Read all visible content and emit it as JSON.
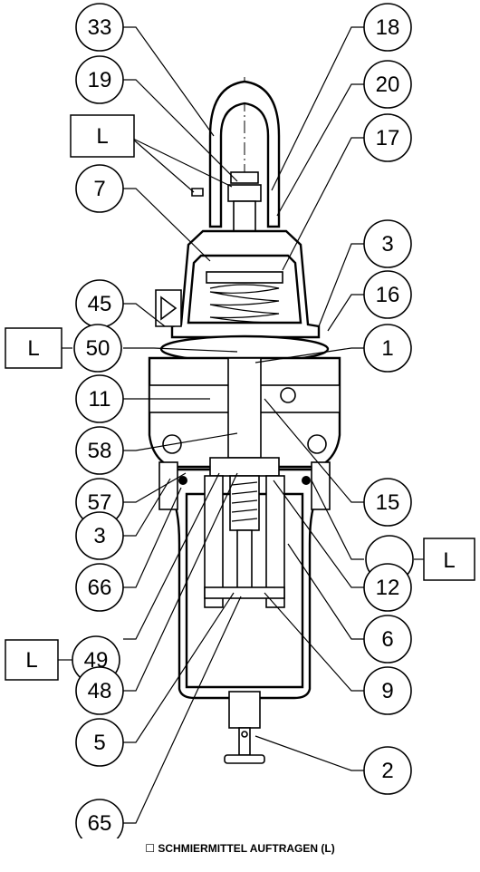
{
  "callouts": [
    {
      "id": "c33",
      "label": "33"
    },
    {
      "id": "c19",
      "label": "19"
    },
    {
      "id": "c7",
      "label": "7"
    },
    {
      "id": "c45",
      "label": "45"
    },
    {
      "id": "c50",
      "label": "50"
    },
    {
      "id": "c11",
      "label": "11"
    },
    {
      "id": "c58",
      "label": "58"
    },
    {
      "id": "c57",
      "label": "57"
    },
    {
      "id": "c3a",
      "label": "3"
    },
    {
      "id": "c66",
      "label": "66"
    },
    {
      "id": "c49",
      "label": "49"
    },
    {
      "id": "c48",
      "label": "48"
    },
    {
      "id": "c5",
      "label": "5"
    },
    {
      "id": "c65",
      "label": "65"
    },
    {
      "id": "c18",
      "label": "18"
    },
    {
      "id": "c20",
      "label": "20"
    },
    {
      "id": "c17",
      "label": "17"
    },
    {
      "id": "c3b",
      "label": "3"
    },
    {
      "id": "c16",
      "label": "16"
    },
    {
      "id": "c1",
      "label": "1"
    },
    {
      "id": "c15",
      "label": "15"
    },
    {
      "id": "cblank",
      "label": ""
    },
    {
      "id": "c12",
      "label": "12"
    },
    {
      "id": "c6",
      "label": "6"
    },
    {
      "id": "c9",
      "label": "9"
    },
    {
      "id": "c2",
      "label": "2"
    }
  ],
  "lubrication_markers": [
    {
      "id": "L1",
      "label": "L"
    },
    {
      "id": "L2",
      "label": "L"
    },
    {
      "id": "L3",
      "label": "L"
    },
    {
      "id": "L4",
      "label": "L"
    }
  ],
  "caption": {
    "symbol": "☐",
    "text": "SCHMIERMITTEL AUFTRAGEN (L)"
  }
}
